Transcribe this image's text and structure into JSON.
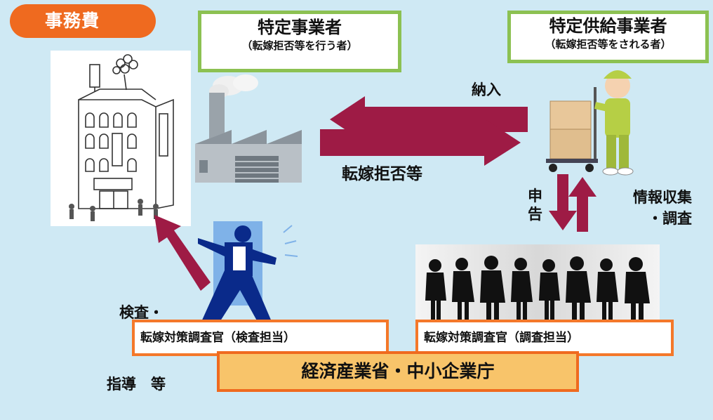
{
  "badge": {
    "label": "事務費"
  },
  "specified_business": {
    "title": "特定事業者",
    "subtitle": "（転嫁拒否等を行う者）"
  },
  "specified_supplier": {
    "title": "特定供給事業者",
    "subtitle": "（転嫁拒否等をされる者）"
  },
  "arrows": {
    "delivery": "納入",
    "refusal": "転嫁拒否等",
    "report": [
      "申",
      "告"
    ],
    "info": [
      "情報収集",
      "・調査"
    ],
    "inspection": [
      "検査・",
      "指導　等"
    ]
  },
  "officers": {
    "inspection": "転嫁対策調査官（検査担当）",
    "investigation": "転嫁対策調査官（調査担当）"
  },
  "ministry": "経済産業省・中小企業庁",
  "colors": {
    "arrow": "#9e1b45",
    "badge": "#ef6a1f",
    "green_border": "#8cc152",
    "orange_border": "#f4782a",
    "ministry_fill": "#f8c46a",
    "background": "#cfe9f4"
  }
}
